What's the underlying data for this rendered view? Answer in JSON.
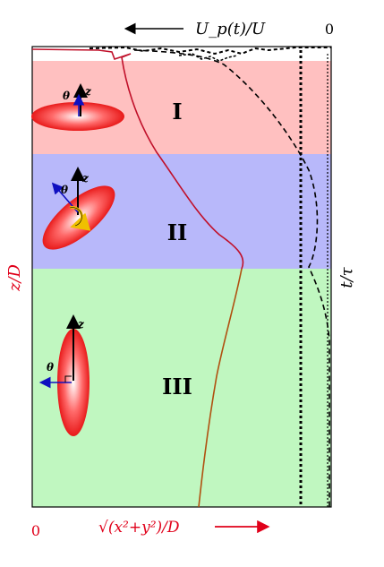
{
  "top_axis": {
    "label": "U_p(t)/U",
    "end_value": "0",
    "arrow_direction": "left",
    "color": "#000000"
  },
  "bottom_axis": {
    "label": "√(x²+y²)/D",
    "origin_value": "0",
    "arrow_direction": "right",
    "color": "#e0001a"
  },
  "left_axis": {
    "label": "z/D",
    "color": "#e0001a"
  },
  "right_axis": {
    "label": "t/τ",
    "color": "#000000"
  },
  "regions": [
    {
      "id": "I",
      "label": "I",
      "color": "#ffc0c0"
    },
    {
      "id": "II",
      "label": "II",
      "color": "#b8b8fa"
    },
    {
      "id": "III",
      "label": "III",
      "color": "#c0f7c0"
    }
  ],
  "schematic_labels": {
    "theta": "θ",
    "z": "z"
  },
  "colors": {
    "trajectory": "#c0102a",
    "trajectory_lower": "#b05010",
    "velocity_dashed": "#000000",
    "dotted_vertical": "#000000",
    "particle_red": "#ff2a2a",
    "theta_arrow": "#1010c0",
    "rotation_arrow": "#f0c000"
  },
  "icons": {
    "top_arrow": "left-arrow-icon",
    "bottom_arrow": "right-arrow-icon",
    "rotation": "curved-rotation-arrow-icon"
  }
}
